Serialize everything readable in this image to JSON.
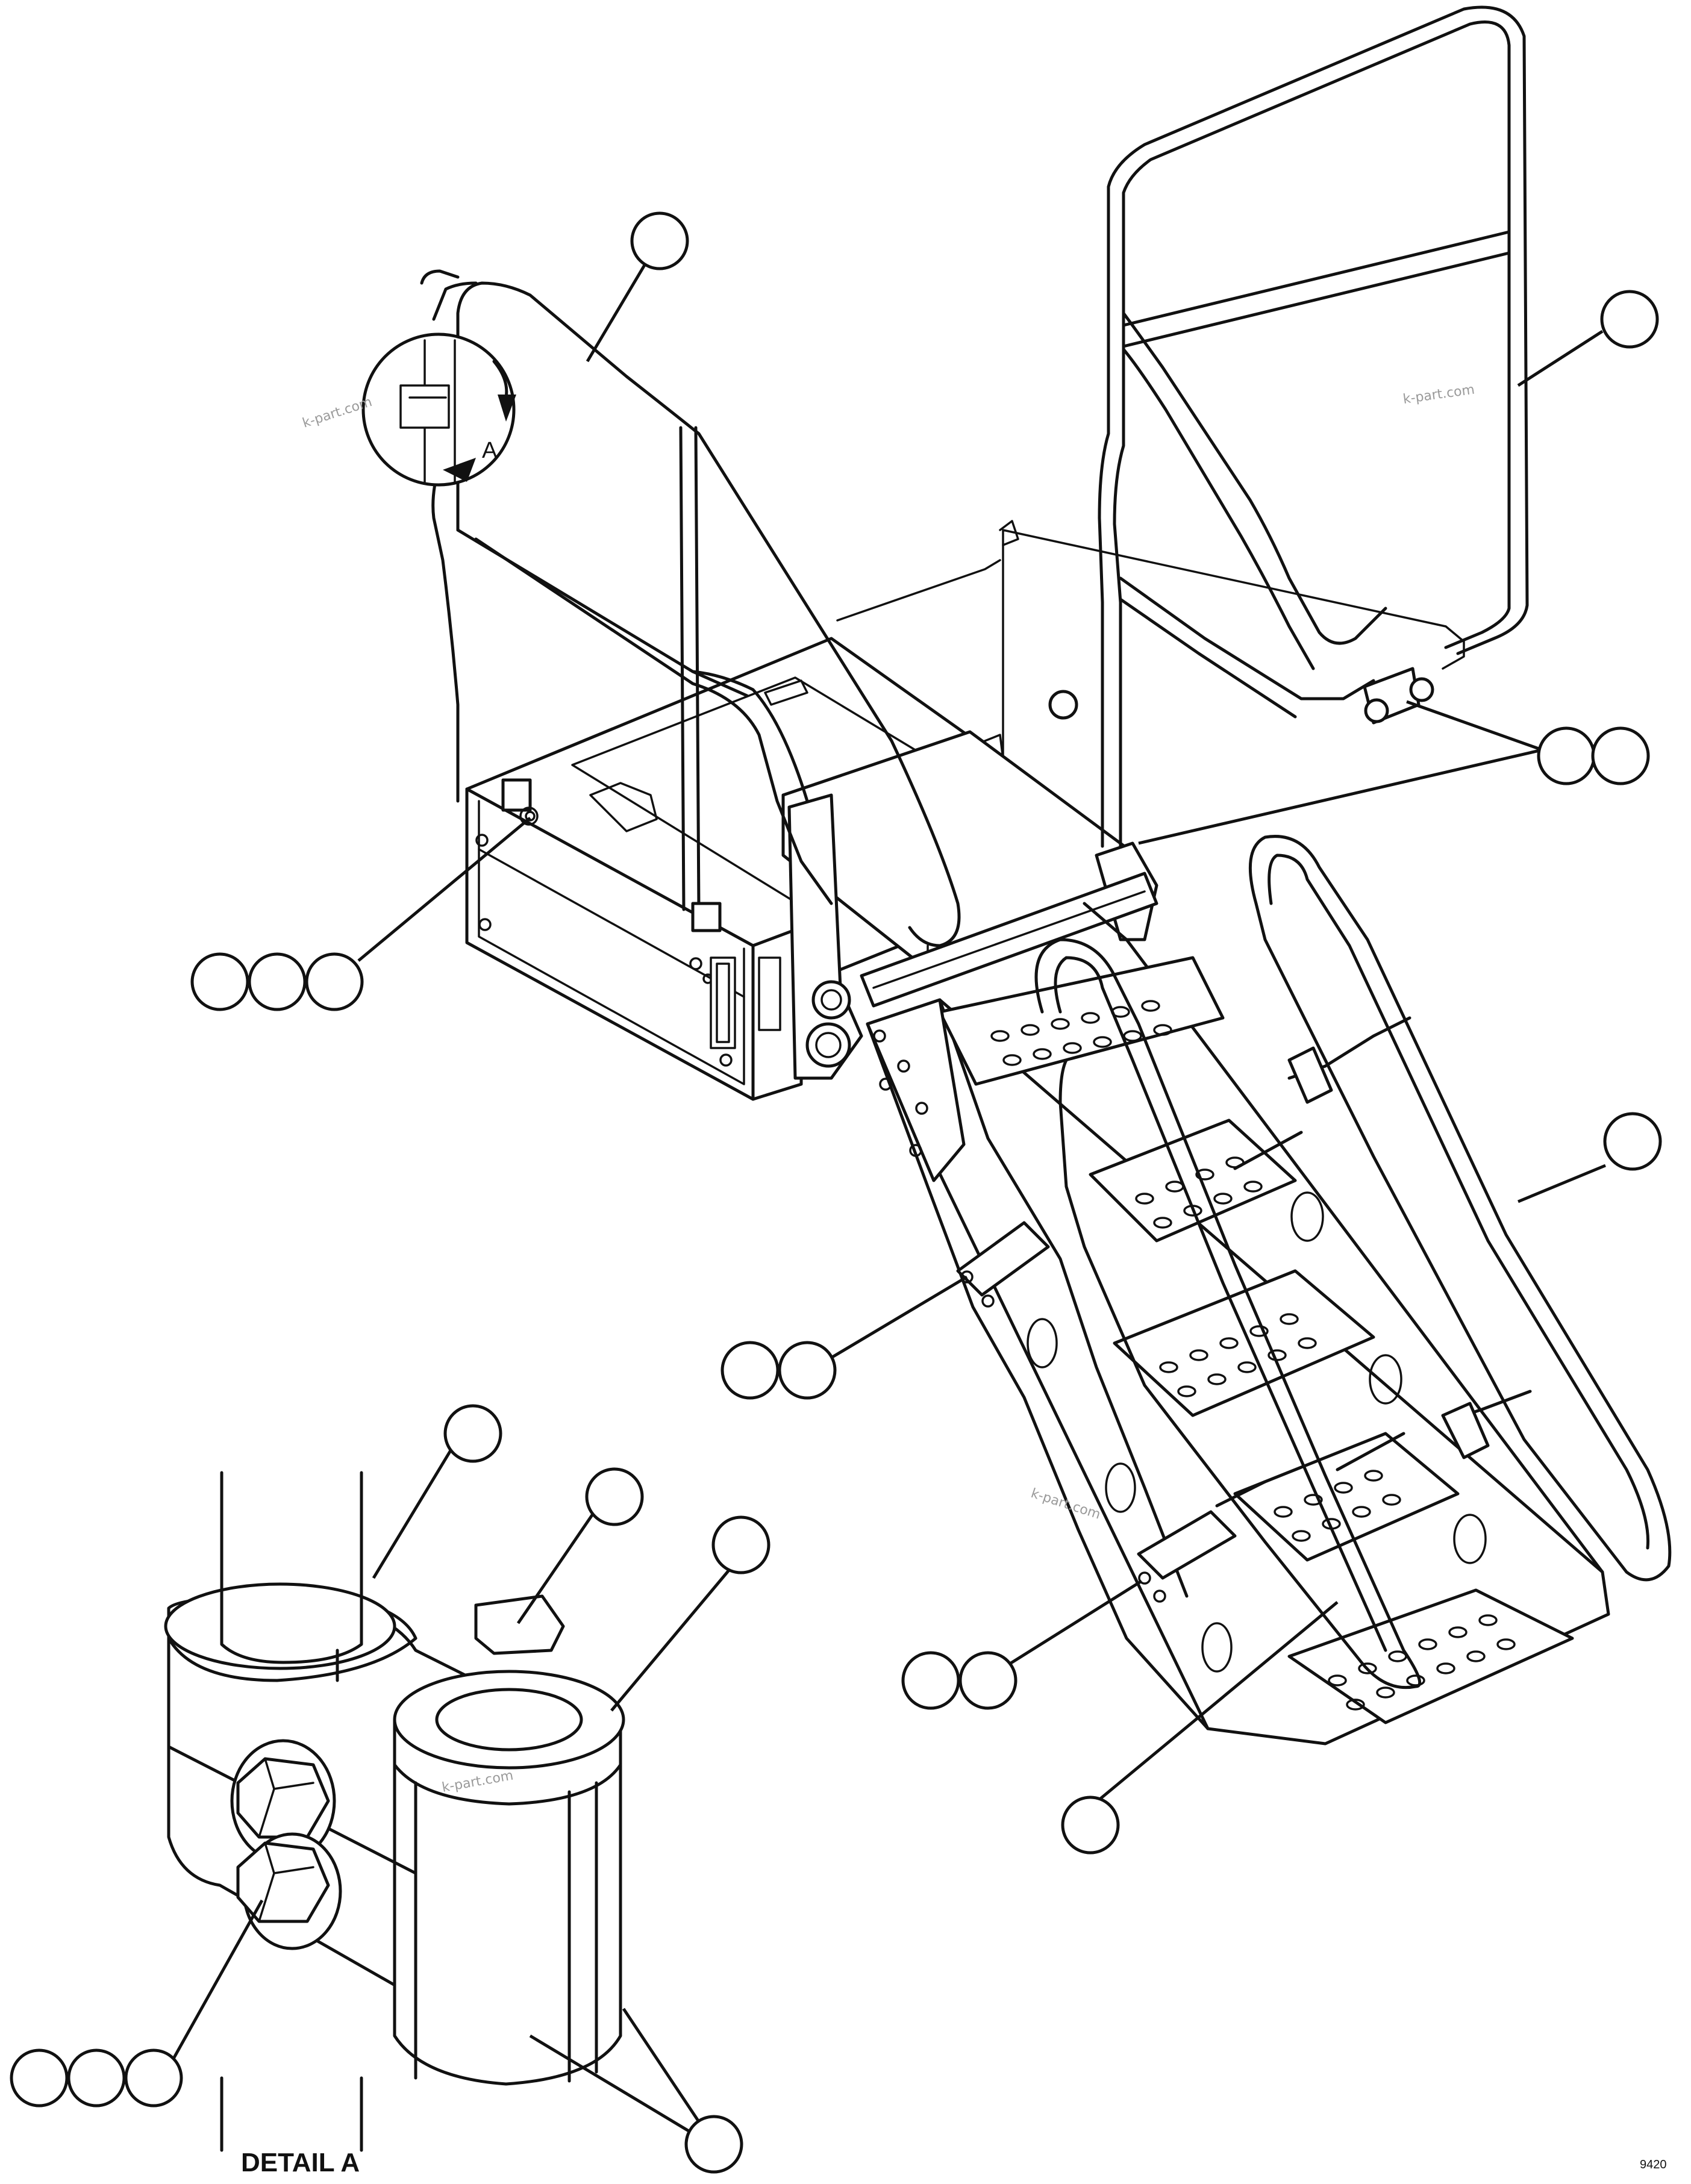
{
  "detail_marker_letter": "A",
  "detail_caption": "DETAIL A",
  "watermarks": [
    "k-part.com",
    "k-part.com",
    "k-part.com",
    "k-part.com"
  ],
  "drawing_code": "9420",
  "colors": {
    "ink": "#111111",
    "paper": "#ffffff",
    "watermark": "#9a9a9a"
  }
}
